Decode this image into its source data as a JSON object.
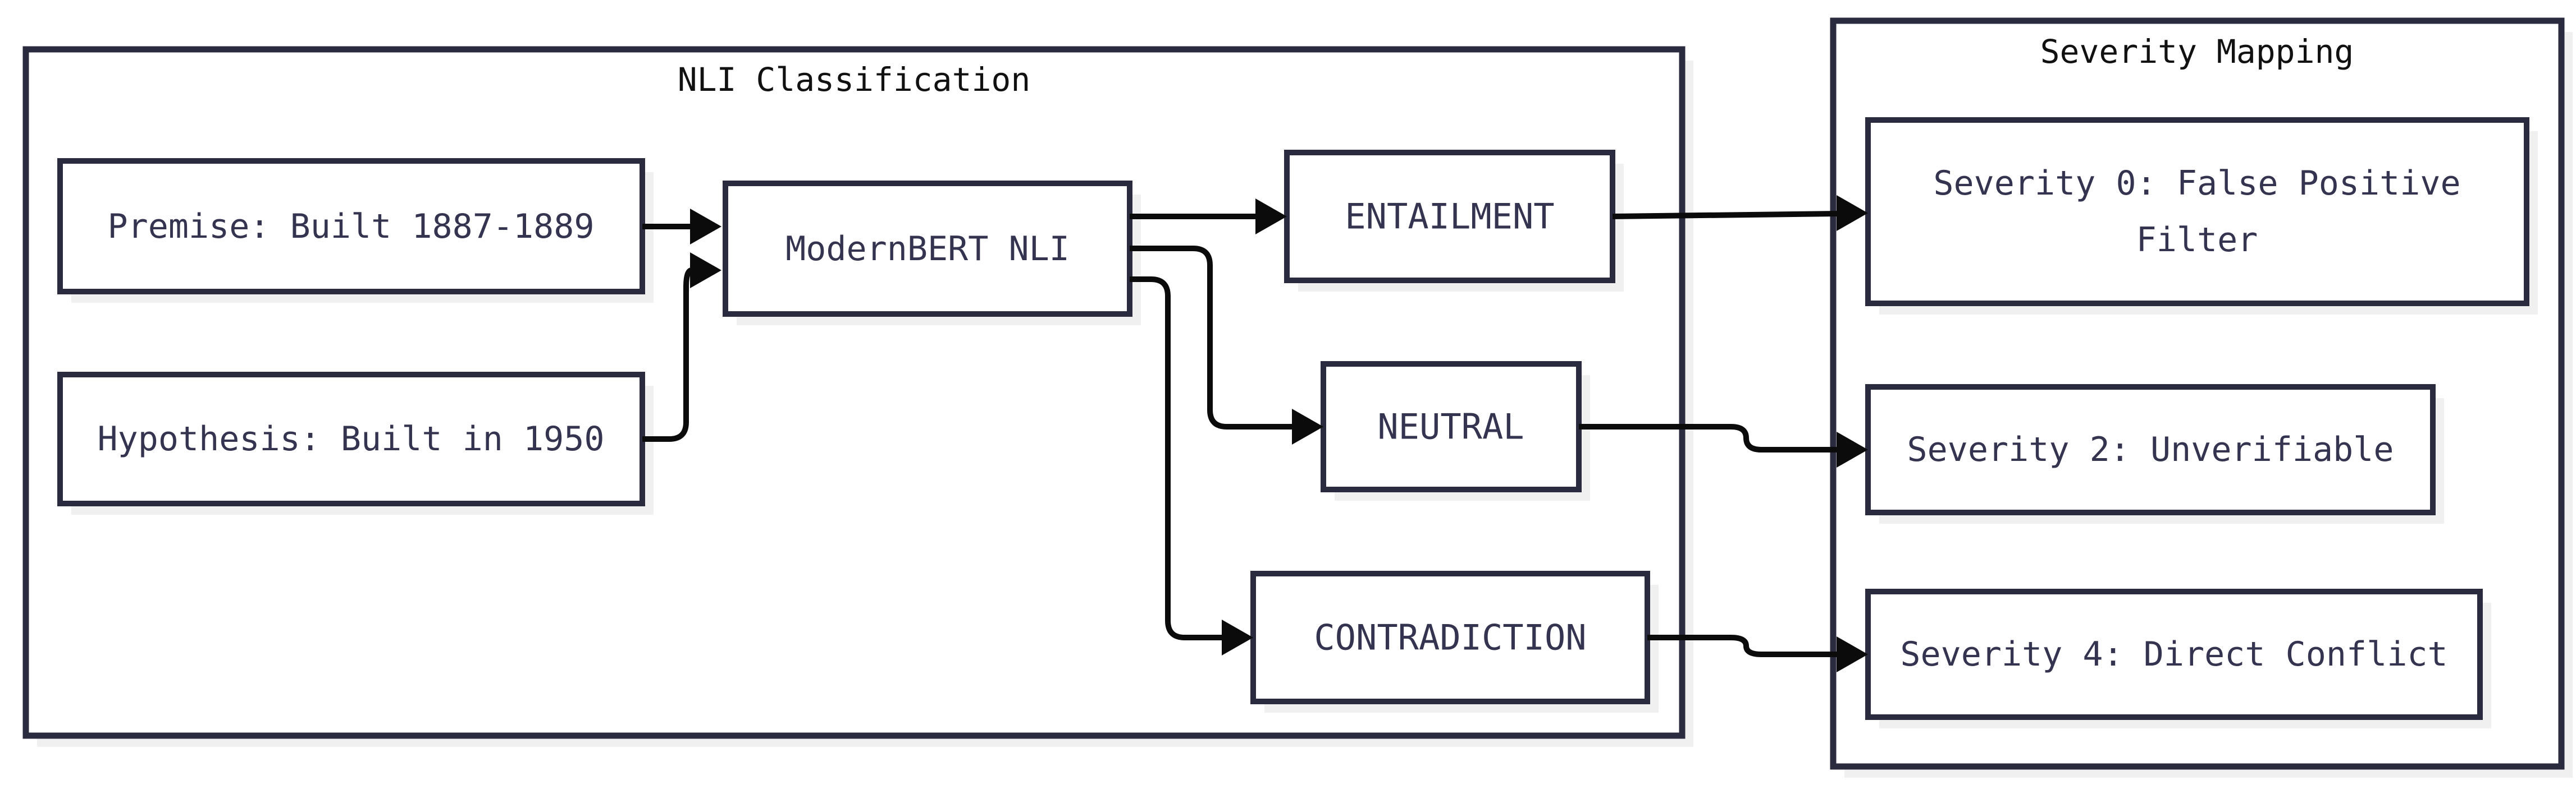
{
  "colors": {
    "background": "#ffffff",
    "box_border": "#2b2b40",
    "node_text": "#343450",
    "title_text": "#111111",
    "arrow": "#0b0b0b",
    "shadow": "#f0f0f0",
    "entailment_fill": "#cbe5ca",
    "neutral_fill": "#fbf6c3",
    "contradiction_fill": "#fdced4"
  },
  "nli_section": {
    "title": "NLI Classification",
    "nodes": {
      "premise": {
        "label": "Premise: Built 1887-1889"
      },
      "hypothesis": {
        "label": "Hypothesis: Built in 1950"
      },
      "model": {
        "label": "ModernBERT NLI"
      },
      "entailment": {
        "label": "ENTAILMENT"
      },
      "neutral": {
        "label": "NEUTRAL"
      },
      "contradiction": {
        "label": "CONTRADICTION"
      }
    }
  },
  "severity_section": {
    "title": "Severity Mapping",
    "nodes": {
      "severity0": {
        "lines": [
          "Severity 0: False Positive",
          "Filter"
        ]
      },
      "severity2": {
        "label": "Severity 2: Unverifiable"
      },
      "severity4": {
        "label": "Severity 4: Direct Conflict"
      }
    }
  },
  "connections": [
    {
      "from": "Premise: Built 1887-1889",
      "to": "ModernBERT NLI"
    },
    {
      "from": "Hypothesis: Built in 1950",
      "to": "ModernBERT NLI"
    },
    {
      "from": "ModernBERT NLI",
      "to": "ENTAILMENT"
    },
    {
      "from": "ModernBERT NLI",
      "to": "NEUTRAL"
    },
    {
      "from": "ModernBERT NLI",
      "to": "CONTRADICTION"
    },
    {
      "from": "ENTAILMENT",
      "to": "Severity 0: False Positive Filter"
    },
    {
      "from": "NEUTRAL",
      "to": "Severity 2: Unverifiable"
    },
    {
      "from": "CONTRADICTION",
      "to": "Severity 4: Direct Conflict"
    }
  ]
}
